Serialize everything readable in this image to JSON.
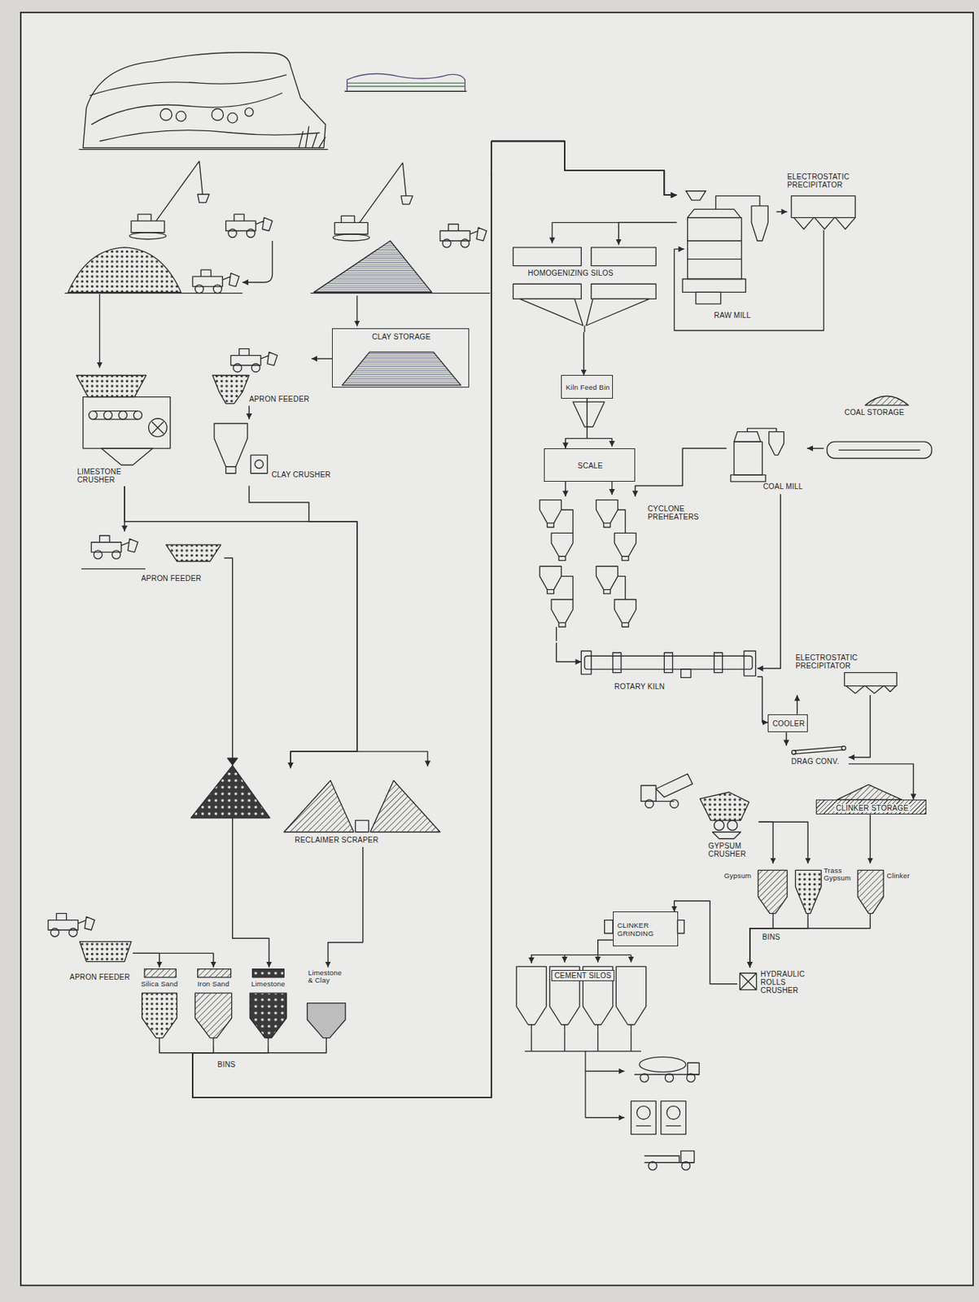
{
  "diagram": {
    "nodes": [
      {
        "text": [
          "CLAY STORAGE"
        ]
      },
      {
        "text": [
          "APRON FEEDER"
        ]
      },
      {
        "text": [
          "LIMESTONE CRUSHER"
        ]
      },
      {
        "text": [
          "CLAY CRUSHER"
        ]
      },
      {
        "text": [
          "APRON FEEDER"
        ]
      },
      {
        "text": [
          "RECLAIMER SCRAPER"
        ]
      },
      {
        "text": [
          "APRON FEEDER"
        ]
      },
      {
        "text": [
          "Silica Sand"
        ]
      },
      {
        "text": [
          "Iron Sand"
        ]
      },
      {
        "text": [
          "Limestone"
        ]
      },
      {
        "text": [
          "Limestone & Clay"
        ]
      },
      {
        "text": [
          "ELECTROSTATIC PRECIPITATOR"
        ]
      },
      {
        "text": [
          "HOMOGENIZING SILOS"
        ]
      },
      {
        "text": [
          "RAW MILL"
        ]
      },
      {
        "text": [
          "Kiln Feed Bin"
        ]
      },
      {
        "text": [
          "COAL STORAGE"
        ]
      },
      {
        "text": [
          "COAL MILL"
        ]
      },
      {
        "text": [
          "SCALE"
        ]
      },
      {
        "text": [
          "CYCLONE PREHEATERS"
        ]
      },
      {
        "text": [
          "ELECTROSTATIC PRECIPITATOR"
        ]
      },
      {
        "text": [
          "ROTARY KILN"
        ]
      },
      {
        "text": [
          "COOLER"
        ]
      },
      {
        "text": [
          "DRAG CONV."
        ]
      },
      {
        "text": [
          "CLINKER STORAGE"
        ]
      },
      {
        "text": [
          "GYPSUM CRUSHER"
        ]
      },
      {
        "text": [
          "Gypsum"
        ]
      },
      {
        "text": [
          "Trass Gypsum"
        ]
      },
      {
        "text": [
          "Clinker"
        ]
      },
      {
        "text": [
          "HYDRAULIC ROLLS CRUSHER"
        ]
      },
      {
        "text": [
          "CLINKER GRINDING"
        ]
      },
      {
        "text": [
          "CEMENT SILOS"
        ]
      }
    ],
    "edges": [
      {
        "from": 0,
        "to": 1,
        "arrow": "to"
      },
      {
        "from": 1,
        "to": 3,
        "arrow": "to"
      },
      {
        "from": 2,
        "to": 4,
        "arrow": "to"
      },
      {
        "from": 2,
        "to": 5,
        "arrow": "to"
      },
      {
        "from": 3,
        "to": 5,
        "arrow": "to"
      },
      {
        "from": 4,
        "to": 9,
        "arrow": "to"
      },
      {
        "from": 5,
        "to": 10,
        "arrow": "to"
      },
      {
        "from": 6,
        "to": 7,
        "arrow": "to"
      },
      {
        "from": 6,
        "to": 8,
        "arrow": "to"
      },
      {
        "from": 7,
        "to": 13,
        "arrow": "to"
      },
      {
        "from": 8,
        "to": 13,
        "arrow": "to"
      },
      {
        "from": 9,
        "to": 13,
        "arrow": "to"
      },
      {
        "from": 10,
        "to": 13,
        "arrow": "to"
      },
      {
        "from": 13,
        "to": 11,
        "arrow": "to"
      },
      {
        "from": 13,
        "to": 12,
        "arrow": "to"
      },
      {
        "from": 12,
        "to": 14,
        "arrow": "to"
      },
      {
        "from": 14,
        "to": 17,
        "arrow": "to"
      },
      {
        "from": 17,
        "to": 18,
        "arrow": "to"
      },
      {
        "from": 15,
        "to": 16,
        "arrow": "to"
      },
      {
        "from": 16,
        "to": 18,
        "arrow": "to"
      },
      {
        "from": 16,
        "to": 20,
        "arrow": "to"
      },
      {
        "from": 18,
        "to": 20,
        "arrow": "to"
      },
      {
        "from": 20,
        "to": 21,
        "arrow": "to"
      },
      {
        "from": 21,
        "to": 19,
        "arrow": "to"
      },
      {
        "from": 19,
        "to": 22,
        "arrow": "to"
      },
      {
        "from": 21,
        "to": 22,
        "arrow": "to"
      },
      {
        "from": 22,
        "to": 23,
        "arrow": "to"
      },
      {
        "from": 23,
        "to": 27,
        "arrow": "to"
      },
      {
        "from": 24,
        "to": 25,
        "arrow": "to"
      },
      {
        "from": 24,
        "to": 26,
        "arrow": "to"
      },
      {
        "from": 25,
        "to": 28,
        "arrow": "to"
      },
      {
        "from": 26,
        "to": 28,
        "arrow": "to"
      },
      {
        "from": 27,
        "to": 28,
        "arrow": "to"
      },
      {
        "from": 28,
        "to": 29,
        "arrow": "to"
      },
      {
        "from": 29,
        "to": 30,
        "arrow": "to"
      }
    ],
    "labels": [
      "BINS",
      "BINS"
    ]
  }
}
